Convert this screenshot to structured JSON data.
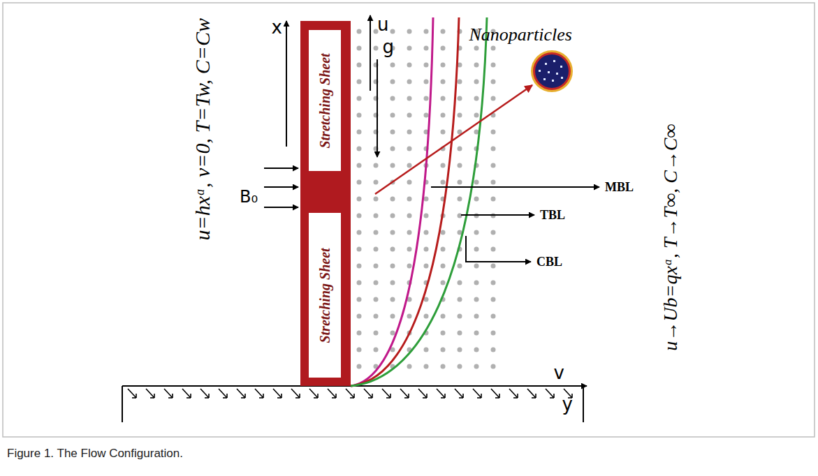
{
  "diagram": {
    "caption": "Figure 1. The Flow Configuration.",
    "nodes": [
      {
        "text": [
          "Stretching Sheet"
        ]
      },
      {
        "text": [
          "Stretching Sheet"
        ]
      }
    ],
    "labels": [
      "x",
      "u",
      "g",
      "B₀",
      "u=hxᵅ, v=0, T=Tw, C=Cw",
      "Nanoparticles",
      "MBL",
      "TBL",
      "CBL",
      "u→Ub=qxᵅ, T→T∞, C→C∞",
      "v",
      "y"
    ]
  }
}
